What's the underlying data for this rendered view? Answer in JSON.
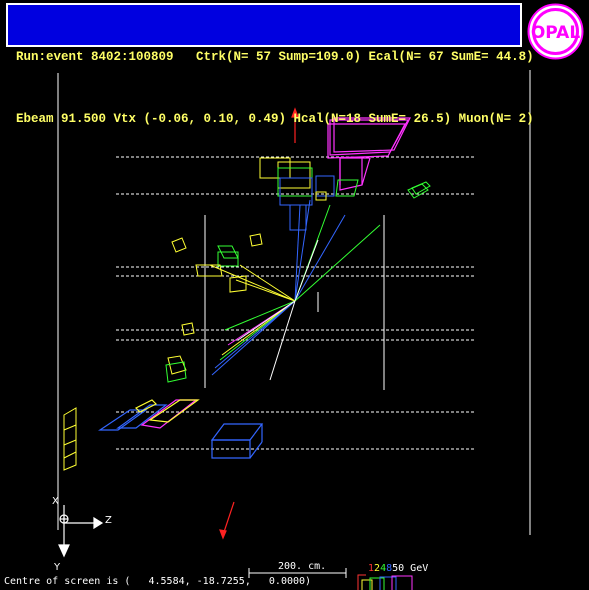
{
  "header": {
    "line1": "Run:event 8402:100809   Ctrk(N= 57 Sump=109.0) Ecal(N= 67 SumE= 44.8)",
    "line2": "Ebeam 91.500 Vtx (-0.06, 0.10, 0.49) Hcal(N=18 SumE= 26.5) Muon(N= 2)"
  },
  "logo": {
    "text": "OPAL",
    "ring_color": "#ff00ff",
    "text_color": "#ff00ff"
  },
  "axes": {
    "x": "X",
    "z": "Z",
    "y": "Y"
  },
  "scale": {
    "label": "200. cm."
  },
  "energy_legend": {
    "values": [
      {
        "text": "1",
        "color": "#ff3333"
      },
      {
        "text": "2",
        "color": "#ffff33"
      },
      {
        "text": "4",
        "color": "#33ff33"
      },
      {
        "text": "8",
        "color": "#3366ff"
      },
      {
        "text": "50 GeV",
        "color": "#ff33ff"
      }
    ]
  },
  "footer": {
    "text": "Centre of screen is (   4.5584, -18.7255,   0.0000)"
  },
  "colors": {
    "background": "#000000",
    "header_bg": "#0000e0",
    "header_text": "#ffff66",
    "track_green": "#33ff33",
    "track_yellow": "#ffff33",
    "track_blue": "#3366ff",
    "track_white": "#ffffff",
    "ecal_magenta": "#ff33ff",
    "muon_red": "#ff2222"
  }
}
